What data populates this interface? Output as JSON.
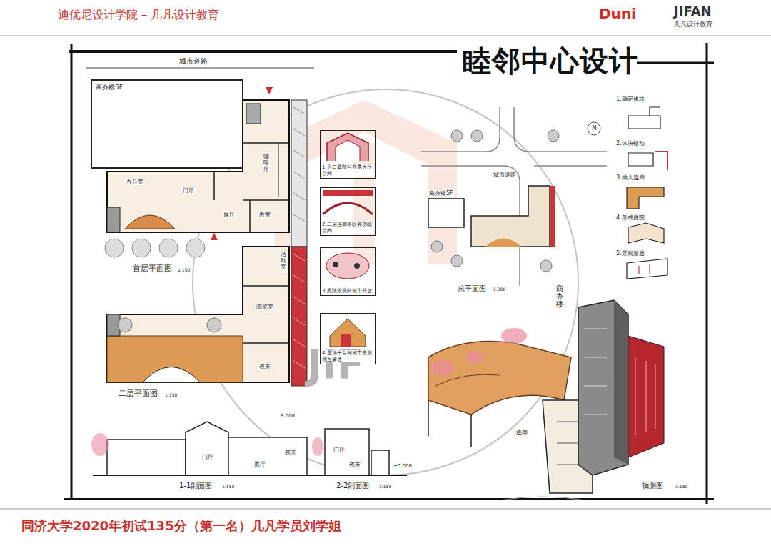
{
  "diagram": {
    "title": "睦邻中心设计",
    "caption": "同济大学2020年初试135分（第一名）几凡学员刘学姐",
    "nodes": [
      {
        "text": [
          "1.入口庭院与共享大厅空间"
        ]
      },
      {
        "text": [
          "2.二层连廊串联各功能空间"
        ]
      },
      {
        "text": [
          "3.庭院景观向城市开放"
        ]
      },
      {
        "text": [
          "4.屋顶平台与城市景观相互渗透"
        ]
      }
    ],
    "labels": [
      "迪优尼设计学院 – 几凡设计教育",
      "Duni",
      "JIFAN",
      "几凡设计教育",
      "城市道路",
      "商办楼5F",
      "办公室",
      "咖啡厅",
      "门厅",
      "展厅",
      "教室",
      "首层平面图",
      "1:150",
      "活动室",
      "阅览室",
      "教室",
      "二层平面图",
      "1:150",
      "门厅",
      "展厅",
      "教室",
      "门厅",
      "教室",
      "8.000",
      "±0.000",
      "1-1剖面图",
      "1:150",
      "2-2剖面图",
      "1:150",
      "城市道路",
      "商办楼5F",
      "总平面图",
      "1:300",
      "N",
      "1.确定体块",
      "2.体块错动",
      "3.插入连廊",
      "4.形成庭院",
      "5.景观渗透",
      "商办楼",
      "连廊",
      "轴测图",
      "1:150",
      "JIF"
    ]
  }
}
